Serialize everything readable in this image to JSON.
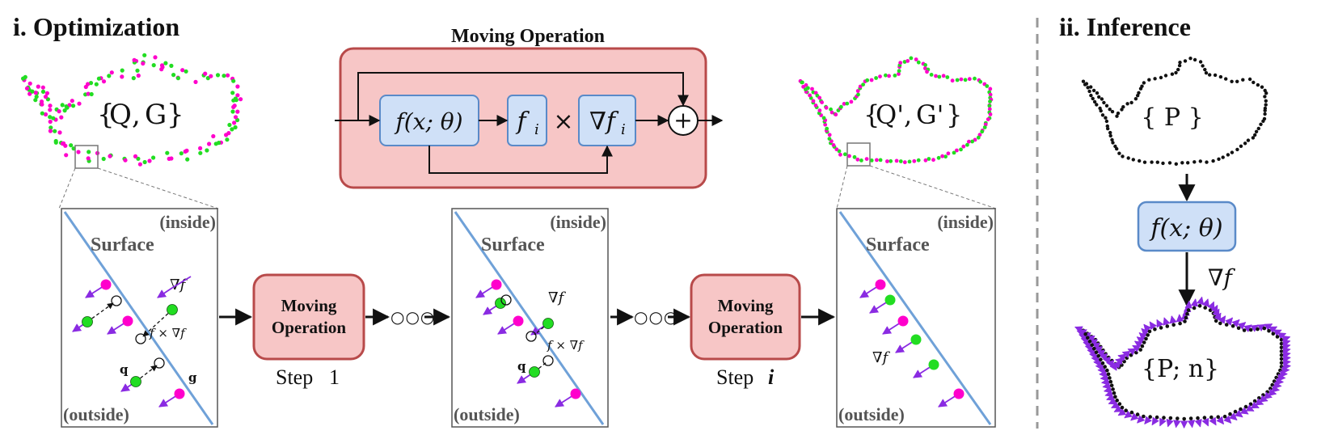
{
  "sections": {
    "optimization_title": "i. Optimization",
    "inference_title": "ii. Inference"
  },
  "moving_operation": {
    "title": "Moving Operation",
    "network": "f(x; θ)",
    "fi": "f",
    "fi_sub": "i",
    "times": "×",
    "grad": "∇f",
    "grad_sub": "i",
    "plus": "+"
  },
  "teapots": {
    "left_open": "{",
    "left_q": "Q",
    "left_comma": ",",
    "left_g": "G",
    "left_close": "}",
    "right_open": "{",
    "right_q": "Q'",
    "right_comma": ",",
    "right_g": "G'",
    "right_close": "}",
    "inference_label": "{ P }",
    "inference_output_label": "{P; n}"
  },
  "panels": {
    "inside": "(inside)",
    "outside": "(outside)",
    "surface": "Surface",
    "grad_f": "∇f",
    "f_times_grad": "f × ∇f",
    "q": "q",
    "g": "g"
  },
  "steps": {
    "op_line1": "Moving",
    "op_line2": "Operation",
    "step1_prefix": "Step",
    "step1_num": "1",
    "stepi_prefix": "Step",
    "stepi_num": "i",
    "dots": "○○○"
  },
  "inference": {
    "network": "f(x; θ)",
    "grad": "∇f"
  },
  "colors": {
    "green": "#22dd22",
    "magenta": "#ff00cc",
    "purple": "#8a2be2",
    "surface_line": "#6fa1d8",
    "op_fill": "#f7c6c6",
    "op_stroke": "#b84a4a",
    "net_fill": "#cfe0f7",
    "net_stroke": "#5a8ac8",
    "q_label": "#22cc22",
    "g_label": "#ee00aa"
  }
}
